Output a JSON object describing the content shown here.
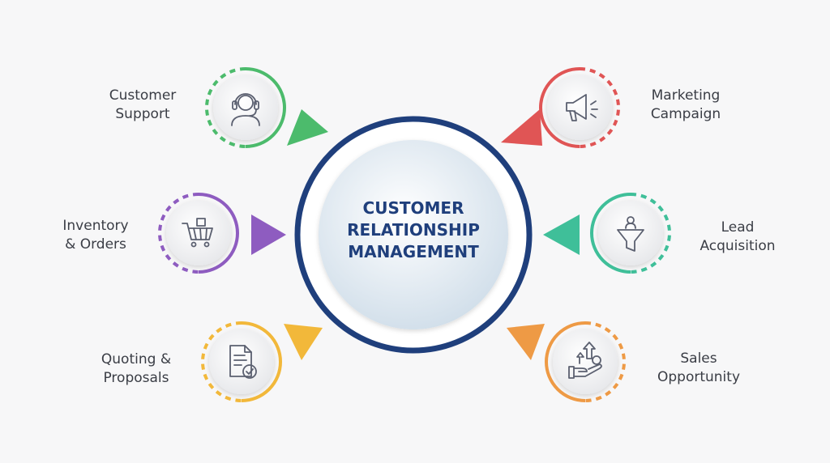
{
  "title": [
    "CUSTOMER",
    "RELATIONSHIP",
    "MANAGEMENT"
  ],
  "nodes": [
    {
      "id": "customer-support",
      "lines": [
        "Customer",
        "Support"
      ],
      "icon": "headset-person-icon",
      "color": "#4cbb6c"
    },
    {
      "id": "inventory-orders",
      "lines": [
        "Inventory",
        "& Orders"
      ],
      "icon": "shopping-cart-icon",
      "color": "#8e5cc0"
    },
    {
      "id": "quoting-proposals",
      "lines": [
        "Quoting &",
        "Proposals"
      ],
      "icon": "document-check-icon",
      "color": "#f2b83a"
    },
    {
      "id": "marketing-campaign",
      "lines": [
        "Marketing",
        "Campaign"
      ],
      "icon": "megaphone-icon",
      "color": "#e05555"
    },
    {
      "id": "lead-acquisition",
      "lines": [
        "Lead",
        "Acquisition"
      ],
      "icon": "funnel-person-icon",
      "color": "#3fbf99"
    },
    {
      "id": "sales-opportunity",
      "lines": [
        "Sales",
        "Opportunity"
      ],
      "icon": "hand-growth-icon",
      "color": "#ee9a45"
    }
  ],
  "colors": {
    "navy": "#1f3f7c"
  }
}
